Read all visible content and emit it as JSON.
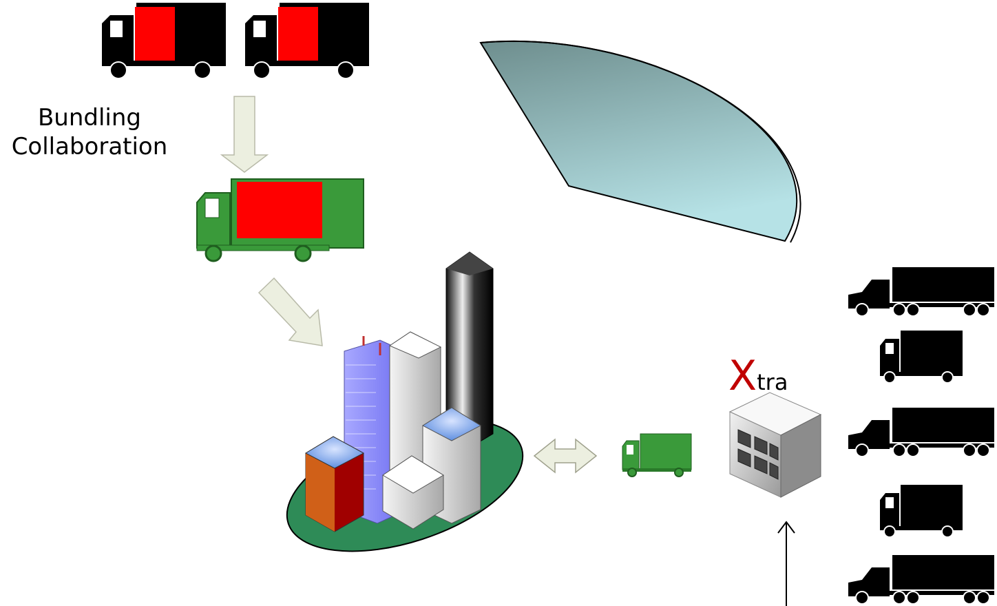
{
  "labels": {
    "bundling": "Bundling",
    "collaboration": "Collaboration",
    "xtra_big": "X",
    "xtra_small": "tra"
  },
  "colors": {
    "truck_black": "#000000",
    "cargo_red": "#ff0000",
    "truck_green": "#3a9a3a",
    "arrow_fill": "#ecefe0",
    "arrow_stroke": "#9ea08c",
    "sector_top": "#6e8e8e",
    "sector_bottom": "#b4e0e4",
    "city_base": "#2e8b57",
    "xtra_red": "#c00000"
  },
  "icons": {
    "source_trucks": [
      "box-truck-icon",
      "box-truck-icon"
    ],
    "bundled_truck": "green-box-truck-icon",
    "city": "city-skyline-icon",
    "delivery_truck": "green-small-truck-icon",
    "xtra_building": "office-building-icon",
    "fleet": [
      "semi-truck-icon",
      "box-truck-icon",
      "semi-truck-icon",
      "box-truck-icon",
      "semi-truck-icon"
    ]
  }
}
